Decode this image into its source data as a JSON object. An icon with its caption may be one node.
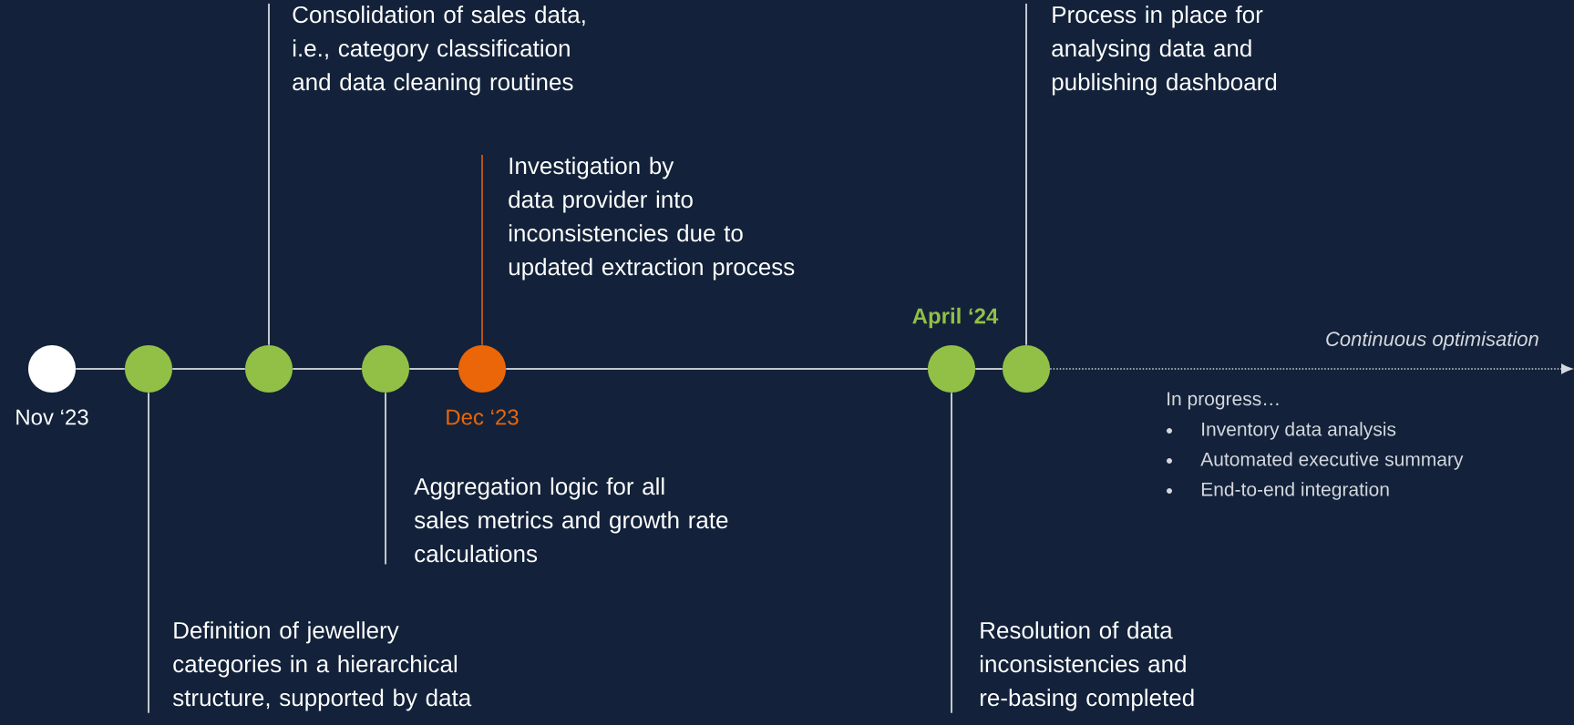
{
  "diagram": {
    "nodes": [
      {
        "text": [],
        "shape": "circle",
        "beside": [
          "Nov ‘23"
        ]
      },
      {
        "text": [],
        "shape": "circle"
      },
      {
        "text": [],
        "shape": "circle"
      },
      {
        "text": [],
        "shape": "circle"
      },
      {
        "text": [],
        "shape": "circle",
        "beside": [
          "Dec ‘23"
        ]
      },
      {
        "text": [],
        "shape": "circle",
        "beside": [
          "April ‘24"
        ]
      },
      {
        "text": [],
        "shape": "circle"
      },
      {
        "text": [
          "Consolidation of sales data, i.e., category classification and data cleaning routines"
        ]
      },
      {
        "text": [
          "Process in place for analysing data and publishing dashboard"
        ]
      },
      {
        "text": [
          "Investigation by data provider into inconsistencies due to updated extraction process"
        ]
      },
      {
        "text": [
          "Aggregation logic for all sales metrics and growth rate calculations"
        ]
      },
      {
        "text": [
          "Definition of jewellery categories in a hierarchical structure, supported by data"
        ]
      },
      {
        "text": [
          "Resolution of data inconsistencies and re-basing completed"
        ]
      }
    ],
    "edges": [
      {
        "from": 0,
        "to": 1,
        "arrow": "none"
      },
      {
        "from": 1,
        "to": 2,
        "arrow": "none"
      },
      {
        "from": 2,
        "to": 3,
        "arrow": "none"
      },
      {
        "from": 3,
        "to": 4,
        "arrow": "none"
      },
      {
        "from": 4,
        "to": 5,
        "arrow": "none"
      },
      {
        "from": 5,
        "to": 6,
        "arrow": "none"
      },
      {
        "from": 7,
        "to": 2,
        "arrow": "none"
      },
      {
        "from": 8,
        "to": 6,
        "arrow": "none"
      },
      {
        "from": 9,
        "to": 4,
        "arrow": "none",
        "color": "#eb6608"
      },
      {
        "from": 10,
        "to": 3,
        "arrow": "none"
      },
      {
        "from": 11,
        "to": 1,
        "arrow": "none"
      },
      {
        "from": 12,
        "to": 5,
        "arrow": "none"
      },
      {
        "from": 6,
        "to": null,
        "arrow": "to",
        "style": "dashed",
        "label": "Continuous optimisation"
      }
    ],
    "labels": [
      "In progress…",
      "Inventory data analysis",
      "Automated executive summary",
      "End-to-end integration"
    ]
  }
}
